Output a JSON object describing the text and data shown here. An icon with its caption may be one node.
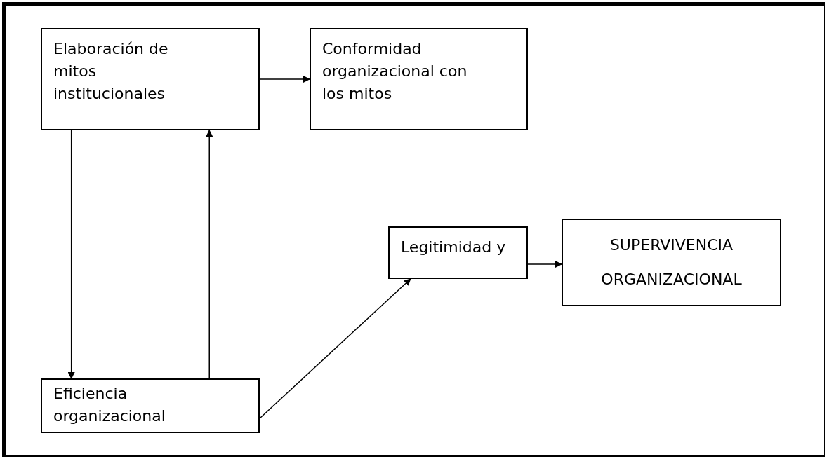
{
  "diagram": {
    "nodes": [
      {
        "text": [
          "Elaboración de mitos institucionales"
        ]
      },
      {
        "text": [
          "Conformidad organizacional con los mitos"
        ]
      },
      {
        "text": [
          "Legitimidad y"
        ]
      },
      {
        "text": [
          "SUPERVIVENCIA ORGANIZACIONAL"
        ]
      },
      {
        "text": [
          "Eficiencia organizacional"
        ]
      }
    ],
    "edges": [
      {
        "from": 0,
        "to": 1,
        "arrow": "to"
      },
      {
        "from": 0,
        "to": 4,
        "arrow": "to"
      },
      {
        "from": 4,
        "to": 0,
        "arrow": "to"
      },
      {
        "from": 4,
        "to": 2,
        "arrow": "to"
      },
      {
        "from": 2,
        "to": 3,
        "arrow": "to"
      }
    ]
  }
}
